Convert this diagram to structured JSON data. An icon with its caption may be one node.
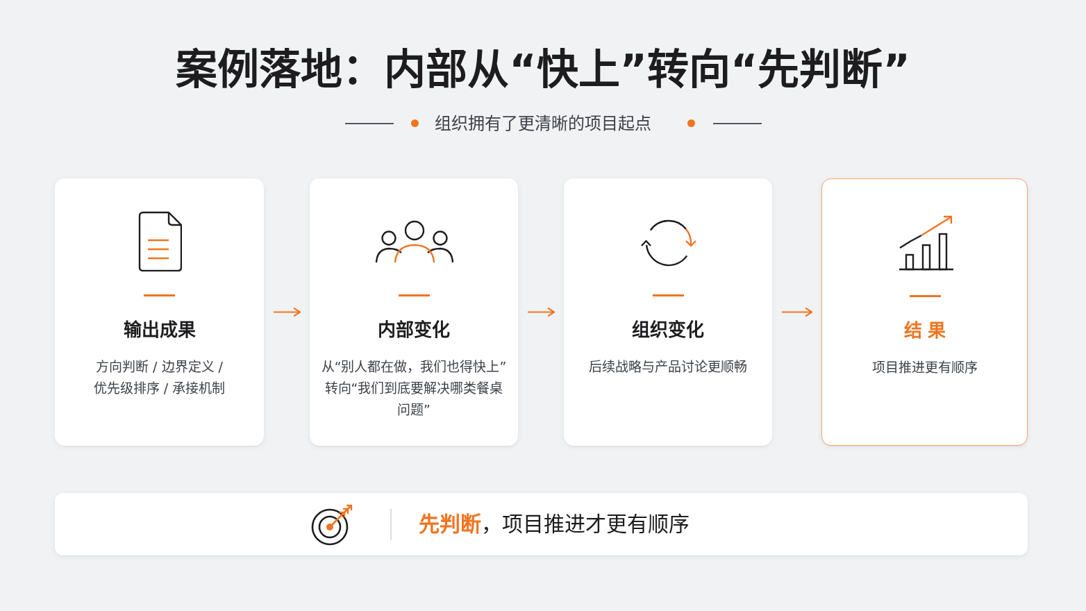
{
  "diagram": {
    "title": "案例落地：内部从“快上”转向“先判断”",
    "nodes": [
      {
        "text": [
          "输出成果",
          "方向判断 / 边界定义 / 优先级排序 / 承接机制"
        ]
      },
      {
        "text": [
          "内部变化",
          "从“别人都在做，我们也得快上”转向“我们到底要解决哪类餐桌问题”"
        ]
      },
      {
        "text": [
          "组织变化",
          "后续战略与产品讨论更顺畅"
        ]
      },
      {
        "text": [
          "结果",
          "项目推进更有顺序"
        ]
      },
      {
        "text": [
          "**先判断**，项目推进才更有顺序"
        ]
      }
    ],
    "edges": [
      {
        "from": 0,
        "to": 1,
        "arrow": "to"
      },
      {
        "from": 1,
        "to": 2,
        "arrow": "to"
      },
      {
        "from": 2,
        "to": 3,
        "arrow": "to"
      }
    ],
    "labels": [
      "组织拥有了更清晰的项目起点"
    ]
  }
}
